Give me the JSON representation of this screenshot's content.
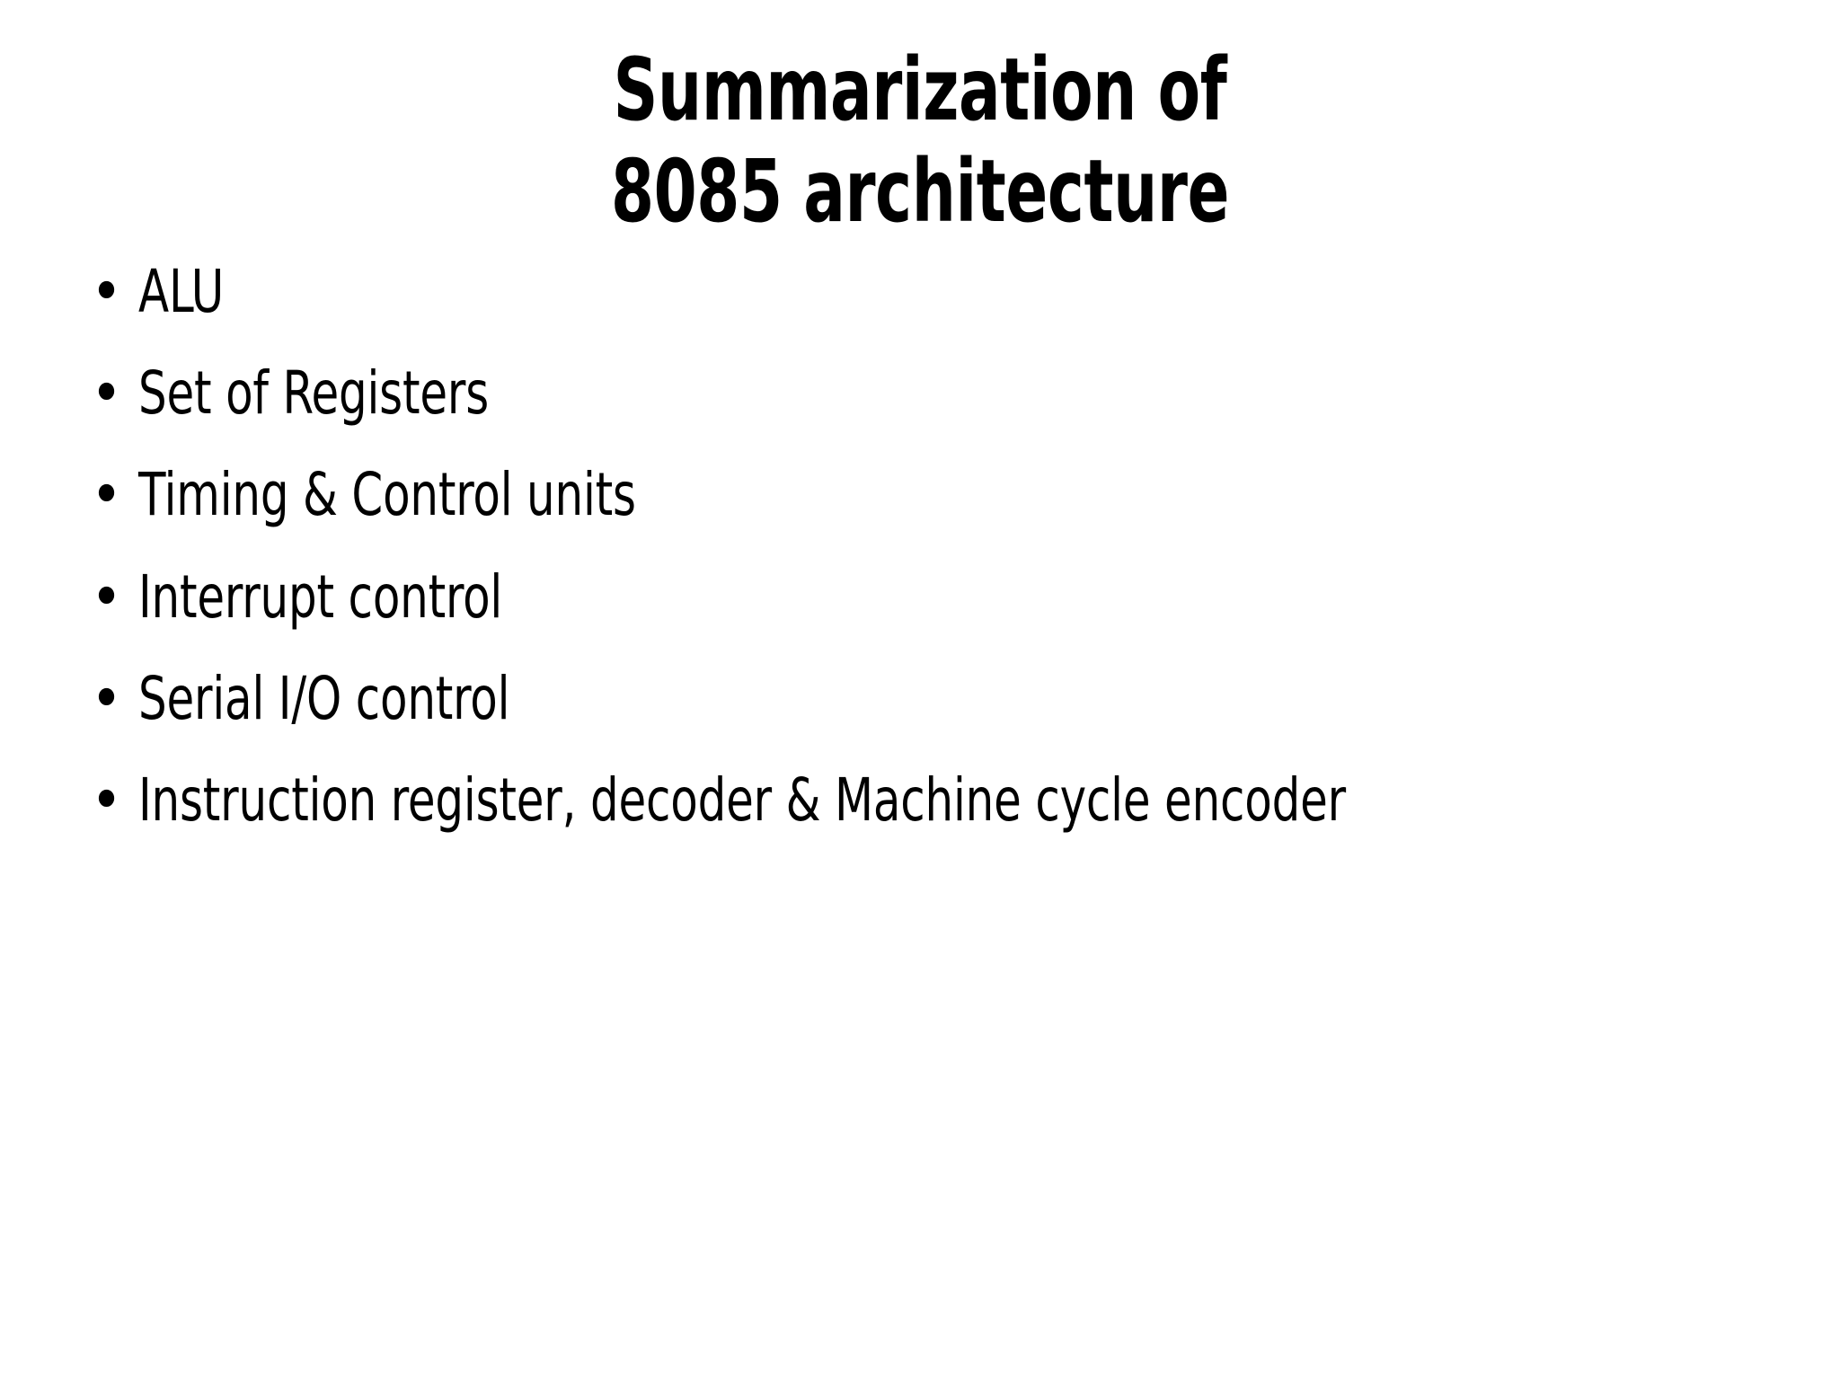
{
  "slide": {
    "background_color": "#ffffff",
    "text_color": "#000000"
  },
  "title": {
    "line1": "Summarization of",
    "line2": "8085 architecture"
  },
  "content": {
    "bullet_glyph": "•",
    "bullets": [
      {
        "text": "ALU"
      },
      {
        "text": "Set of Registers"
      },
      {
        "text": "Timing & Control units"
      },
      {
        "text": "Interrupt control"
      },
      {
        "text": "Serial I/O control"
      },
      {
        "text": "Instruction register, decoder & Machine cycle encoder"
      }
    ]
  }
}
